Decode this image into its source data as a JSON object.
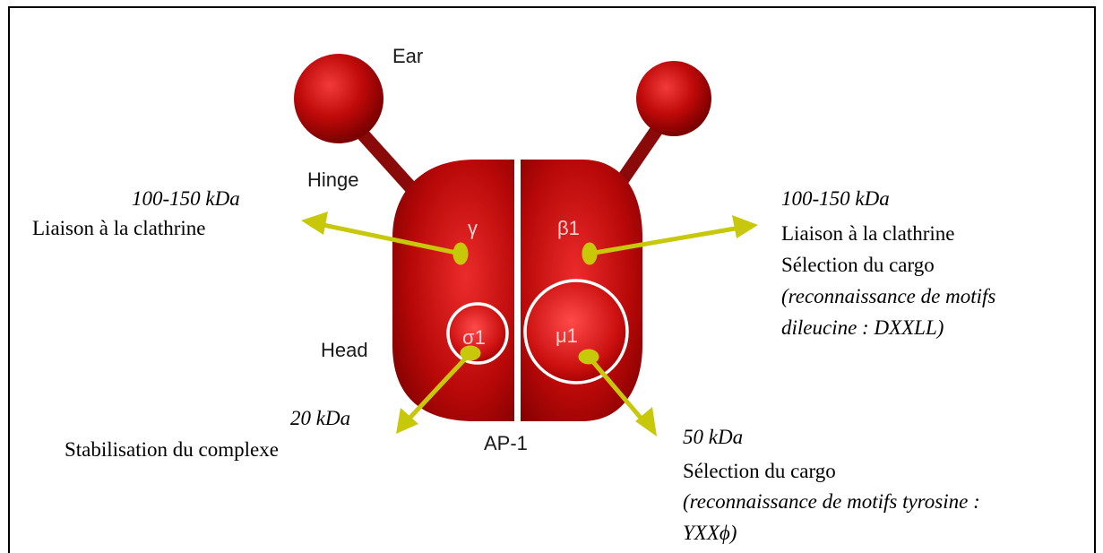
{
  "figure": {
    "struct_labels": {
      "ear": "Ear",
      "hinge": "Hinge",
      "head": "Head",
      "complex": "AP-1"
    },
    "subunits": {
      "gamma": "γ",
      "beta1": "β1",
      "sigma1": "σ1",
      "mu1": "μ1"
    },
    "annotations": {
      "gamma": {
        "mass": "100-150 kDa",
        "line1": "Liaison à la clathrine"
      },
      "beta1": {
        "mass": "100-150 kDa",
        "line1": "Liaison à la clathrine",
        "line2": "Sélection du cargo",
        "line3": "(reconnaissance de motifs",
        "line4": "dileucine : DXXLL)"
      },
      "sigma1": {
        "mass": "20 kDa",
        "line1": "Stabilisation du complexe"
      },
      "mu1": {
        "mass": "50 kDa",
        "line1": "Sélection du cargo",
        "line2": "(reconnaissance de motifs tyrosine :",
        "line3": "YXXϕ)"
      }
    },
    "colors": {
      "protein_dark": "#7a0000",
      "protein_mid": "#b30000",
      "protein_light": "#e62a2a",
      "arrow": "#c8c80a",
      "ring": "#ffffff"
    }
  }
}
